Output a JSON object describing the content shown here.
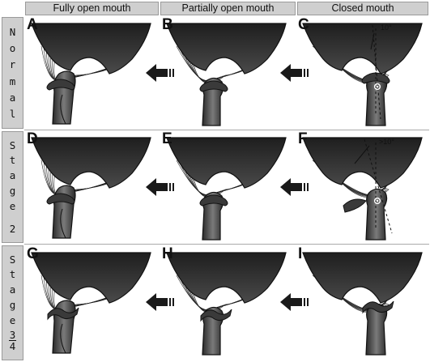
{
  "columns": [
    "Fully open mouth",
    "Partially open mouth",
    "Closed mouth"
  ],
  "rows": [
    {
      "label": [
        "N",
        "o",
        "r",
        "m",
        "a",
        "l"
      ]
    },
    {
      "label": [
        "S",
        "t",
        "a",
        "g",
        "e",
        "2"
      ]
    },
    {
      "label": [
        "S",
        "t",
        "a",
        "g",
        "e",
        "3",
        "4"
      ]
    }
  ],
  "panels": [
    {
      "letter": "A",
      "state": "open",
      "disc": "normal"
    },
    {
      "letter": "B",
      "state": "partial",
      "disc": "normal"
    },
    {
      "letter": "C",
      "state": "closed",
      "disc": "normal",
      "angle_label": "10°"
    },
    {
      "letter": "D",
      "state": "open",
      "disc": "normal"
    },
    {
      "letter": "E",
      "state": "partial",
      "disc": "normal"
    },
    {
      "letter": "F",
      "state": "closed",
      "disc": "displaced",
      "angle_label": ">10°"
    },
    {
      "letter": "G",
      "state": "open",
      "disc": "degenerate"
    },
    {
      "letter": "H",
      "state": "partial",
      "disc": "degenerate"
    },
    {
      "letter": "I",
      "state": "closed",
      "disc": "degenerate"
    }
  ],
  "colors": {
    "bone_dark": "#2a2a2a",
    "bone_light": "#7a7a7a",
    "header_bg": "#cfcfcf",
    "arrow": "#1a1a1a"
  },
  "icons": {
    "arrow": "left-arrow-icon"
  }
}
